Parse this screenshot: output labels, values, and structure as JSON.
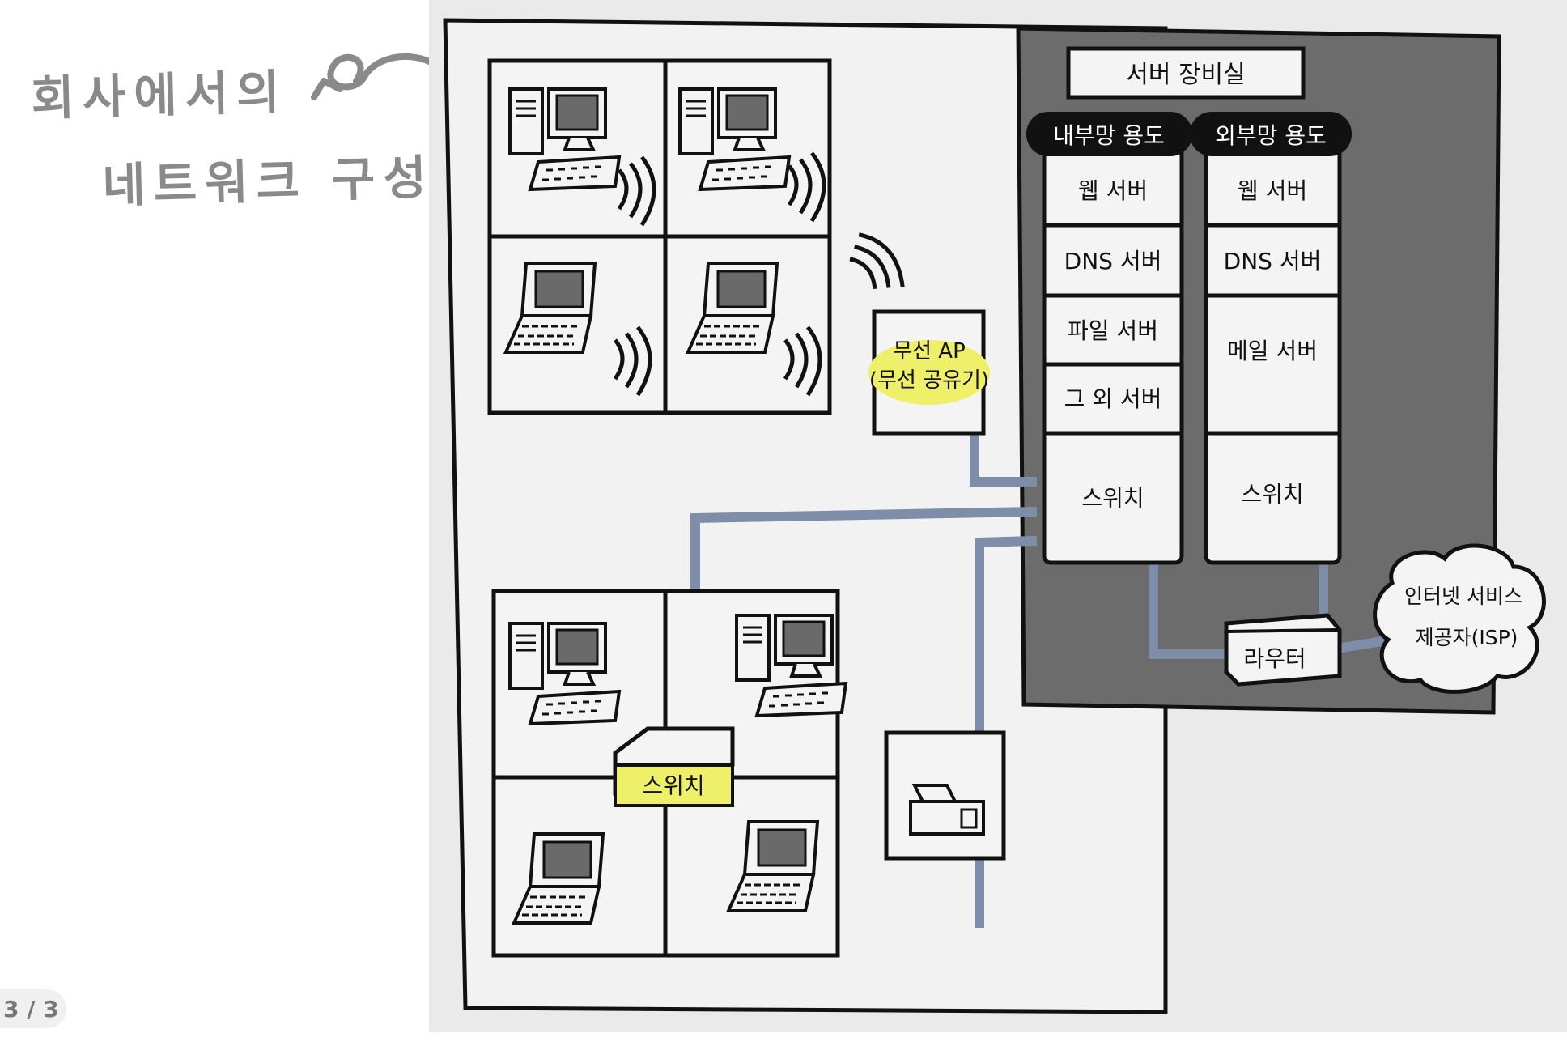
{
  "note": {
    "line1": "회사에서의",
    "line2": "네트워크 구성"
  },
  "pager": {
    "label": "3 / 3"
  },
  "diagram": {
    "server_room": "서버 장비실",
    "internal": {
      "header": "내부망 용도",
      "items": [
        "웹 서버",
        "DNS 서버",
        "파일 서버",
        "그 외 서버"
      ],
      "switch": "스위치"
    },
    "external": {
      "header": "외부망 용도",
      "items": [
        "웹 서버",
        "DNS 서버",
        "메일 서버"
      ],
      "switch": "스위치"
    },
    "wireless_ap": {
      "line1": "무선 AP",
      "line2": "(무선 공유기)"
    },
    "floor_switch": "스위치",
    "router": "라우터",
    "isp": {
      "line1": "인터넷 서비스",
      "line2": "제공자(ISP)"
    }
  },
  "colors": {
    "cable": "#7f8ea8",
    "server_room_fill": "#6c6c6c",
    "highlight": "#eef06a",
    "paper": "#eaeaea"
  }
}
